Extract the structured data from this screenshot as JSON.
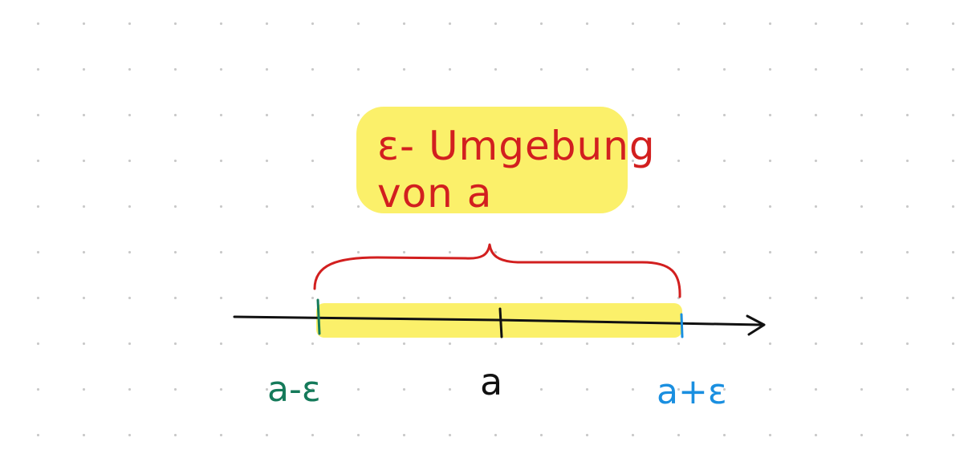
{
  "highlight_box": {
    "line1": "ε- Umgebung",
    "line2": "von a"
  },
  "number_line": {
    "left_label": "a-ε",
    "center_label": "a",
    "right_label": "a+ε"
  },
  "colors": {
    "highlight": "#fbf06a",
    "title_text": "#d21f1f",
    "brace": "#d21f1f",
    "axis": "#111111",
    "left_mark": "#157a5a",
    "right_mark": "#1a8fe0",
    "center_mark": "#111111"
  }
}
